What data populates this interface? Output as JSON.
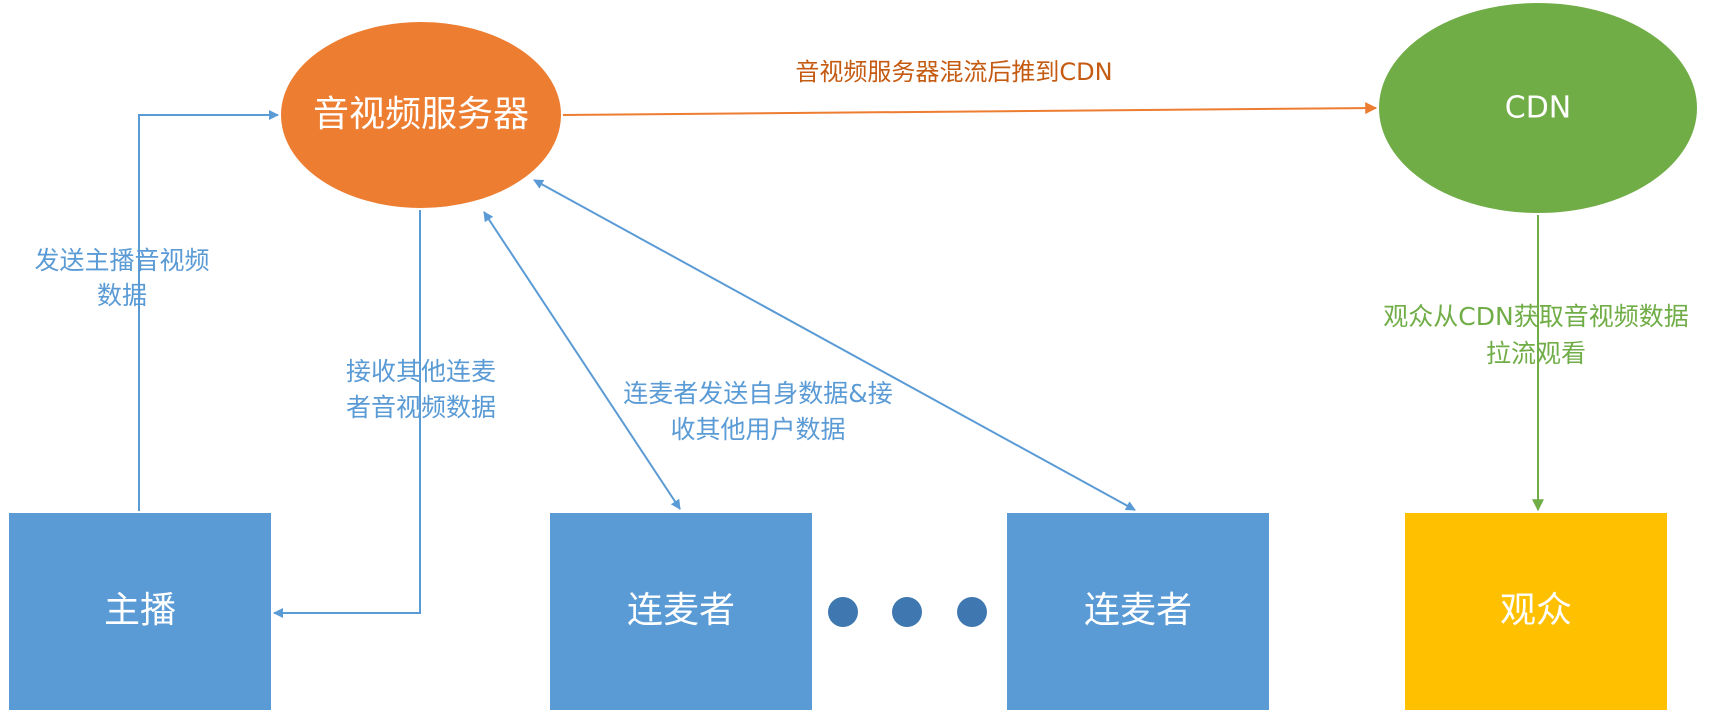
{
  "colors": {
    "server_fill": "#ED7D31",
    "cdn_fill": "#70AD47",
    "box_fill": "#5B9BD5",
    "viewer_fill": "#FFC000",
    "blue_line": "#5B9BD5",
    "orange_line": "#ED7D31",
    "green_line": "#70AD47",
    "dot_fill": "#3F77B0",
    "node_text": "#FFFFFF"
  },
  "nodes": {
    "server": "音视频服务器",
    "cdn": "CDN",
    "host": "主播",
    "guest_1": "连麦者",
    "guest_2": "连麦者",
    "viewer": "观众"
  },
  "edges": {
    "server_to_cdn": "音视频服务器混流后推到CDN",
    "host_send": [
      "发送主播音视频",
      "数据"
    ],
    "host_receive": [
      "接收其他连麦",
      "者音视频数据"
    ],
    "guest_exchange": [
      "连麦者发送自身数据&接",
      "收其他用户数据"
    ],
    "cdn_to_viewer": [
      "观众从CDN获取音视频数据",
      "拉流观看"
    ]
  },
  "icons": {
    "ellipsis": "three-dots-icon"
  }
}
